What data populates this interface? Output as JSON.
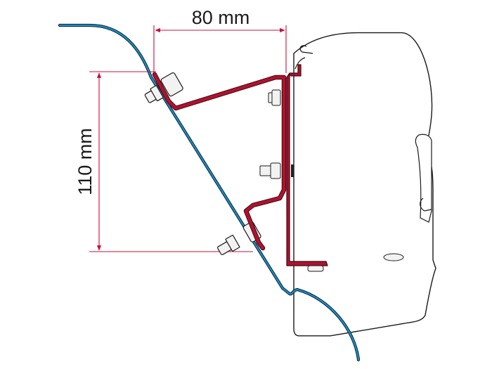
{
  "diagram": {
    "type": "technical-mounting-drawing",
    "colors": {
      "background": "#ffffff",
      "vehicle_wall": "#1b8fc4",
      "vehicle_wall_outline": "#0d2233",
      "bracket": "#b0122f",
      "bracket_outline": "#3a0a12",
      "dimension_line": "#c8103e",
      "awning_outline": "#1a1a1a",
      "bolt_fill": "#f2f2f2"
    },
    "dimensions": {
      "horizontal": {
        "value": 80,
        "unit": "mm",
        "label": "80 mm"
      },
      "vertical": {
        "value": 110,
        "unit": "mm",
        "label": "110 mm"
      }
    },
    "components": [
      {
        "name": "vehicle-wall-profile",
        "label": ""
      },
      {
        "name": "adapter-bracket",
        "label": ""
      },
      {
        "name": "awning-cassette",
        "label": ""
      },
      {
        "name": "upper-wall-bolt",
        "label": ""
      },
      {
        "name": "lower-wall-bolt",
        "label": ""
      },
      {
        "name": "upper-bracket-bolt",
        "label": ""
      },
      {
        "name": "middle-bracket-bolt",
        "label": ""
      },
      {
        "name": "bottom-bracket-bolt",
        "label": ""
      }
    ]
  }
}
